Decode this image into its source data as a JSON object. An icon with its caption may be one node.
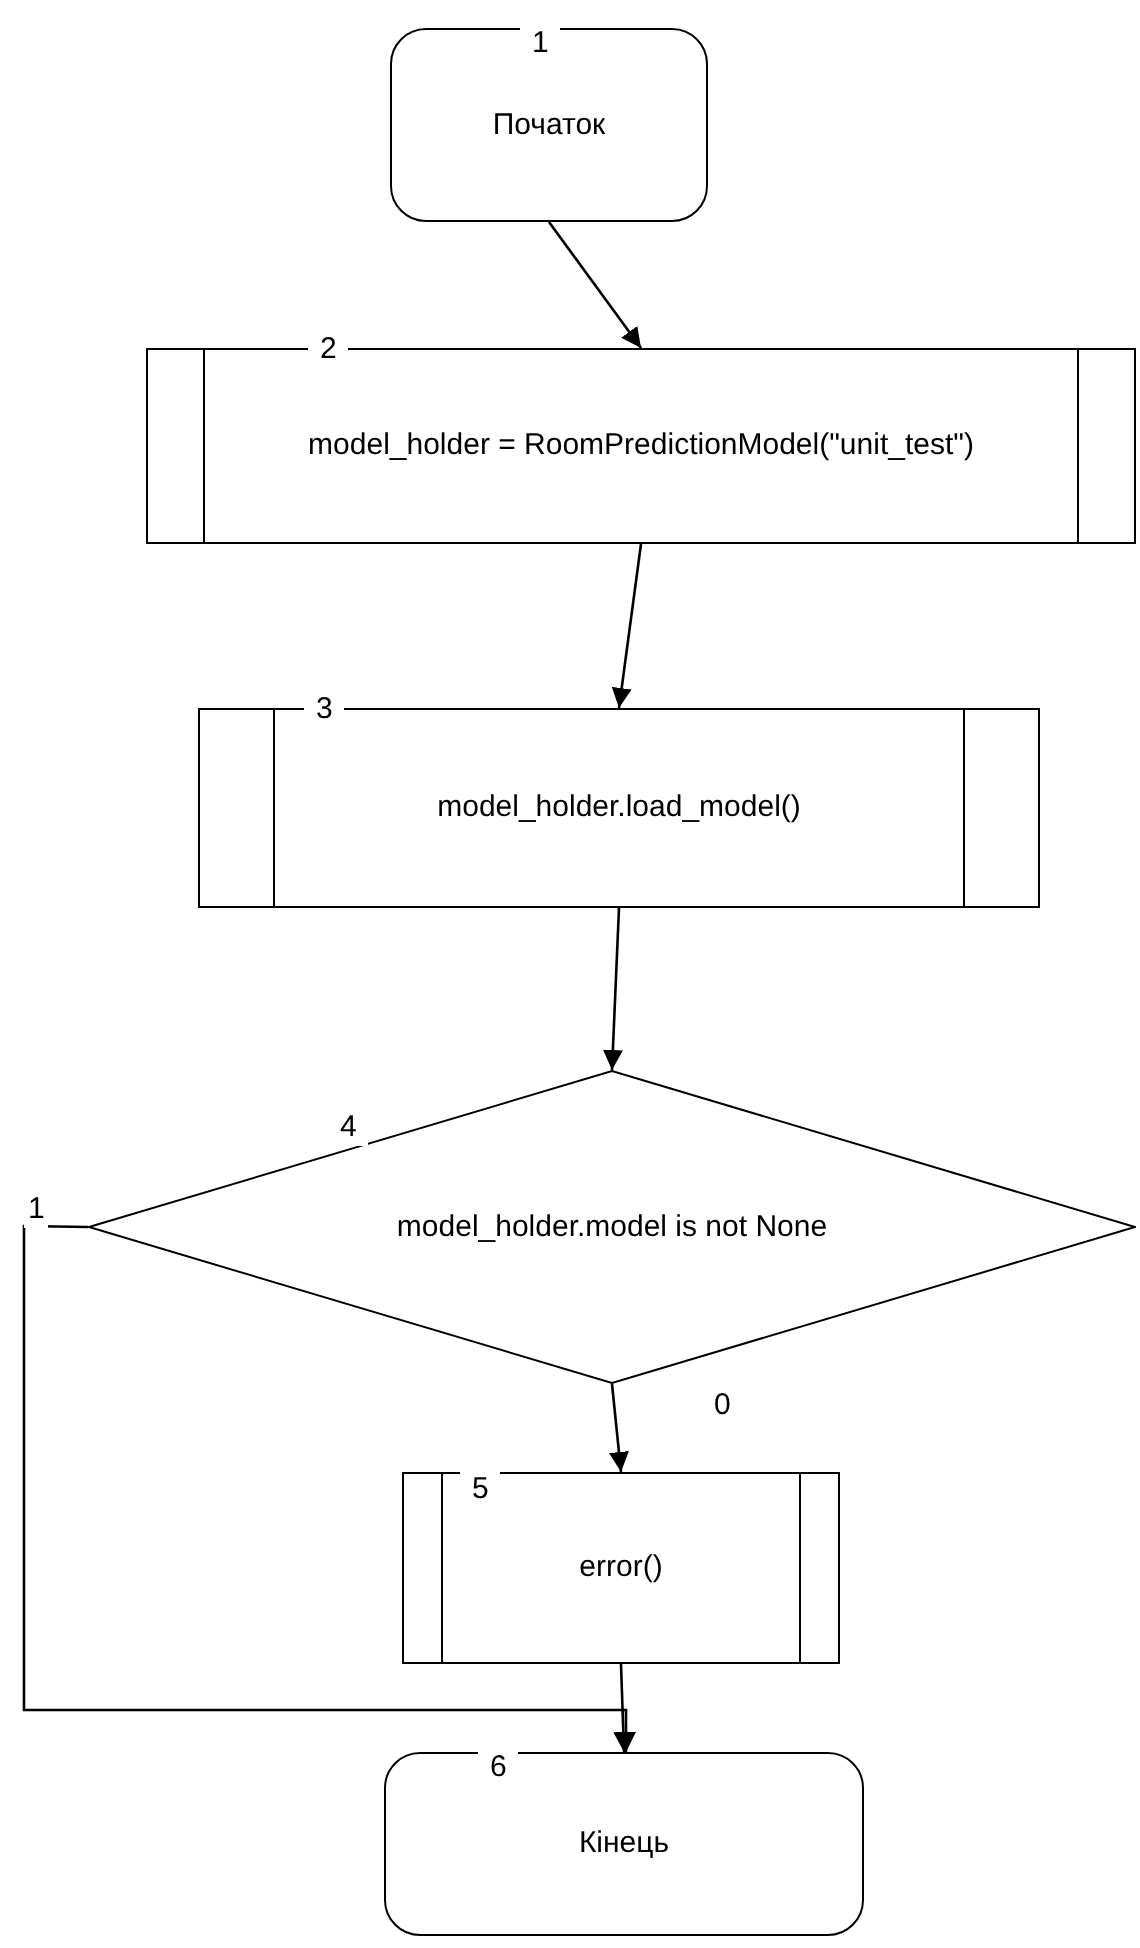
{
  "diagram": {
    "nodes": [
      {
        "text": [
          "1",
          "Початок"
        ]
      },
      {
        "text": [
          "2",
          "model_holder = RoomPredictionModel(\"unit_test\")"
        ]
      },
      {
        "text": [
          "3",
          "model_holder.load_model()"
        ]
      },
      {
        "text": [
          "4",
          "model_holder.model is not None"
        ]
      },
      {
        "text": [
          "5",
          "error()"
        ]
      },
      {
        "text": [
          "6",
          "Кінець"
        ]
      }
    ],
    "edges": [
      {
        "from": 0,
        "to": 1,
        "arrow": "to"
      },
      {
        "from": 1,
        "to": 2,
        "arrow": "to"
      },
      {
        "from": 2,
        "to": 3,
        "arrow": "to"
      },
      {
        "from": 3,
        "to": 4,
        "arrow": "to",
        "label": "0"
      },
      {
        "from": 4,
        "to": 5,
        "arrow": "to"
      },
      {
        "from": 3,
        "to": 5,
        "arrow": "to",
        "label": "1"
      }
    ]
  }
}
